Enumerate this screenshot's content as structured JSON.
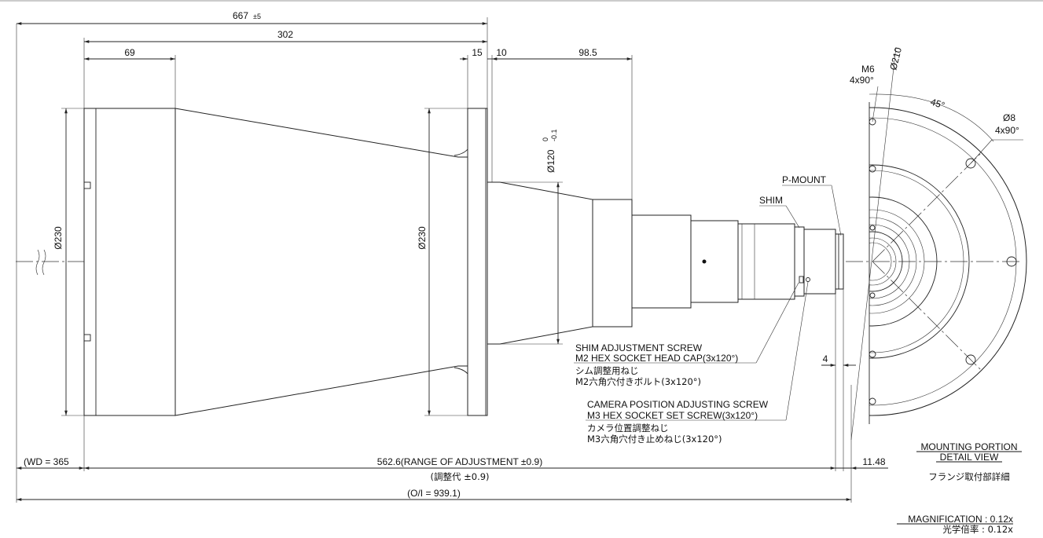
{
  "dimensions": {
    "overall_length": "667",
    "overall_tolerance": "±5",
    "body_length": "302",
    "front_length": "69",
    "flange_width": "15",
    "gap": "10",
    "rear_length": "98.5",
    "front_diameter": "230",
    "flange_diameter": "230",
    "mid_diameter": "120",
    "mid_tol_upper": "0",
    "mid_tol_lower": "-0.1",
    "mount_offset": "4",
    "wd": "(WD = 365",
    "range": "562.6(RANGE OF ADJUSTMENT ±0.9)",
    "range_jp": "(調整代 ±0.9)",
    "oi": "(O/I = 939.1)",
    "back_focus": "11.48",
    "diameter_symbol": "Ø"
  },
  "labels": {
    "p_mount": "P-MOUNT",
    "shim": "SHIM",
    "shim_screw": [
      "SHIM ADJUSTMENT SCREW",
      "M2 HEX SOCKET HEAD CAP(3x120°)",
      "シム調整用ねじ",
      "M2六角穴付きボルト(3x120°)"
    ],
    "camera_screw": [
      "CAMERA POSITION ADJUSTING SCREW",
      "M3 HEX SOCKET SET SCREW(3x120°)",
      "カメラ位置調整ねじ",
      "M3六角穴付き止めねじ(3x120°)"
    ]
  },
  "detail": {
    "m6": "M6",
    "m6_qty": "4x90°",
    "d210": "Ø210",
    "angle": "45°",
    "d8": "Ø8",
    "d8_qty": "4x90°",
    "title_1": "MOUNTING PORTION",
    "title_2": "DETAIL VIEW",
    "title_jp": "フランジ取付部詳細"
  },
  "magnification": {
    "en": "MAGNIFICATION : 0.12x",
    "jp": "光学倍率 : 0.12x"
  },
  "colors": {
    "line": "#222222",
    "background": "#ffffff"
  }
}
